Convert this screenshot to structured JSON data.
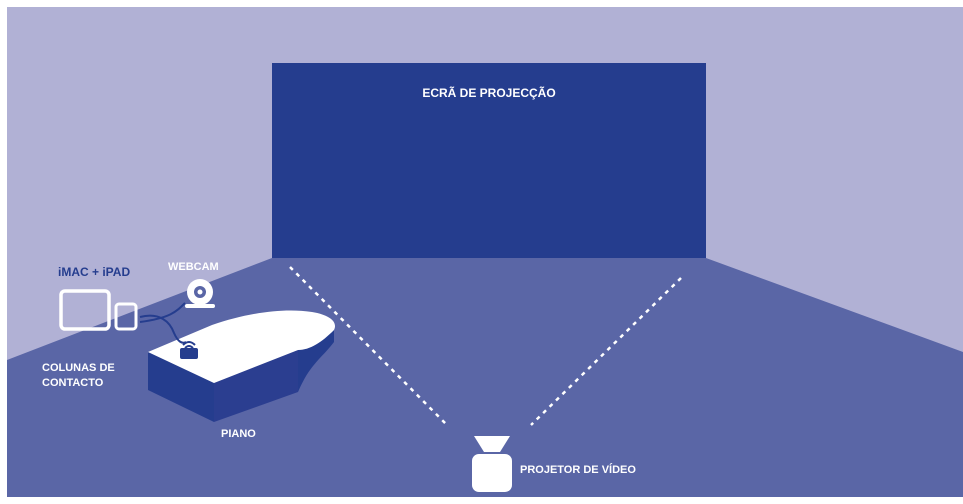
{
  "labels": {
    "screen": "ECRÃ DE PROJECÇÃO",
    "imac_ipad": "iMAC + iPAD",
    "webcam": "WEBCAM",
    "contact_speakers_line1": "COLUNAS DE",
    "contact_speakers_line2": "CONTACTO",
    "piano": "PIANO",
    "projector": "PROJETOR DE VÍDEO"
  },
  "colors": {
    "wall": "#b1b1d5",
    "floor": "#5a66a6",
    "screen": "#253d8e",
    "piano_top": "#ffffff",
    "piano_side": "#2b3e90",
    "text_light": "#ffffff",
    "text_dark": "#253d8e"
  },
  "icons": {
    "imac": "monitor-icon",
    "ipad": "tablet-icon",
    "webcam": "webcam-icon",
    "speaker": "speaker-icon",
    "projector": "projector-icon"
  }
}
